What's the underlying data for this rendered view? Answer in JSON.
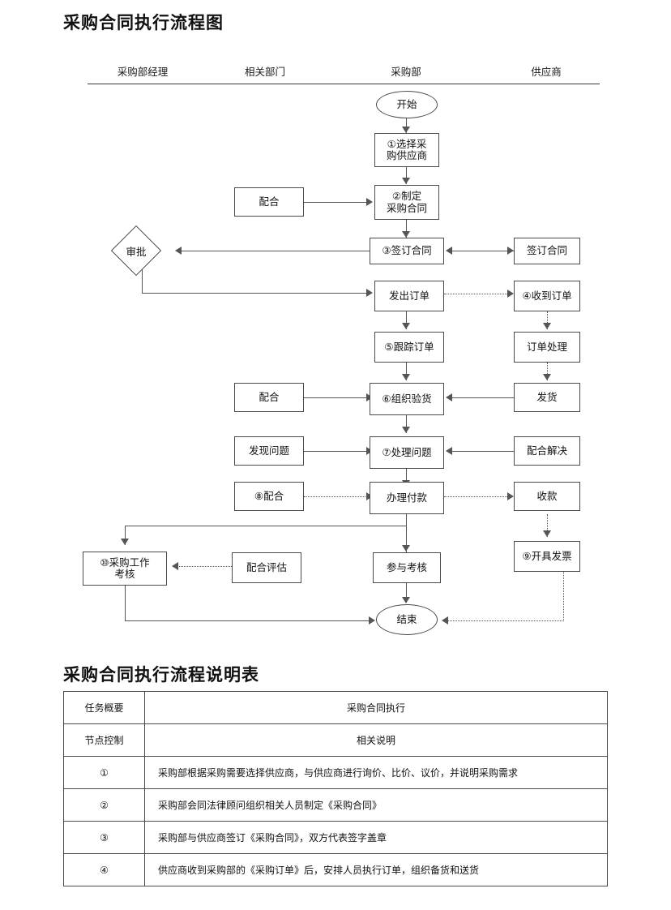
{
  "flowchart": {
    "title": "采购合同执行流程图",
    "lanes": [
      {
        "label": "采购部经理"
      },
      {
        "label": "相关部门"
      },
      {
        "label": "采购部"
      },
      {
        "label": "供应商"
      }
    ],
    "nodes": {
      "start": "开始",
      "select_supplier": "①选择采\n购供应商",
      "make_contract": "②制定\n采购合同",
      "sign_contract": "③签订合同",
      "cooperate_contract": "配合",
      "approve": "审批",
      "supplier_sign": "签订合同",
      "issue_order": "发出订单",
      "receive_order": "④收到订单",
      "track_order": "⑤跟踪订单",
      "order_process": "订单处理",
      "cooperate_inspect": "配合",
      "organize_inspect": "⑥组织验货",
      "deliver_goods": "发货",
      "find_problem": "发现问题",
      "handle_problem": "⑦处理问题",
      "cooperate_solve": "配合解决",
      "cooperate_pay": "⑧配合",
      "handle_payment": "办理付款",
      "receive_payment": "收款",
      "purchase_review": "⑩采购工作\n考核",
      "cooperate_eval": "配合评估",
      "join_review": "参与考核",
      "issue_invoice": "⑨开具发票",
      "end": "结束"
    }
  },
  "table": {
    "title": "采购合同执行流程说明表",
    "rows": [
      {
        "key": "任务概要",
        "value": "采购合同执行",
        "align": "center"
      },
      {
        "key": "节点控制",
        "value": "相关说明",
        "align": "center"
      },
      {
        "key": "①",
        "value": "采购部根据采购需要选择供应商，与供应商进行询价、比价、议价，并说明采购需求",
        "align": "left"
      },
      {
        "key": "②",
        "value": "采购部会同法律顾问组织相关人员制定《采购合同》",
        "align": "left"
      },
      {
        "key": "③",
        "value": "采购部与供应商签订《采购合同》，双方代表签字盖章",
        "align": "left"
      },
      {
        "key": "④",
        "value": "供应商收到采购部的《采购订单》后，安排人员执行订单，组织备货和送货",
        "align": "left"
      }
    ]
  },
  "colors": {
    "line": "#555555",
    "border": "#4a4a4a",
    "text": "#111111",
    "background": "#ffffff"
  }
}
